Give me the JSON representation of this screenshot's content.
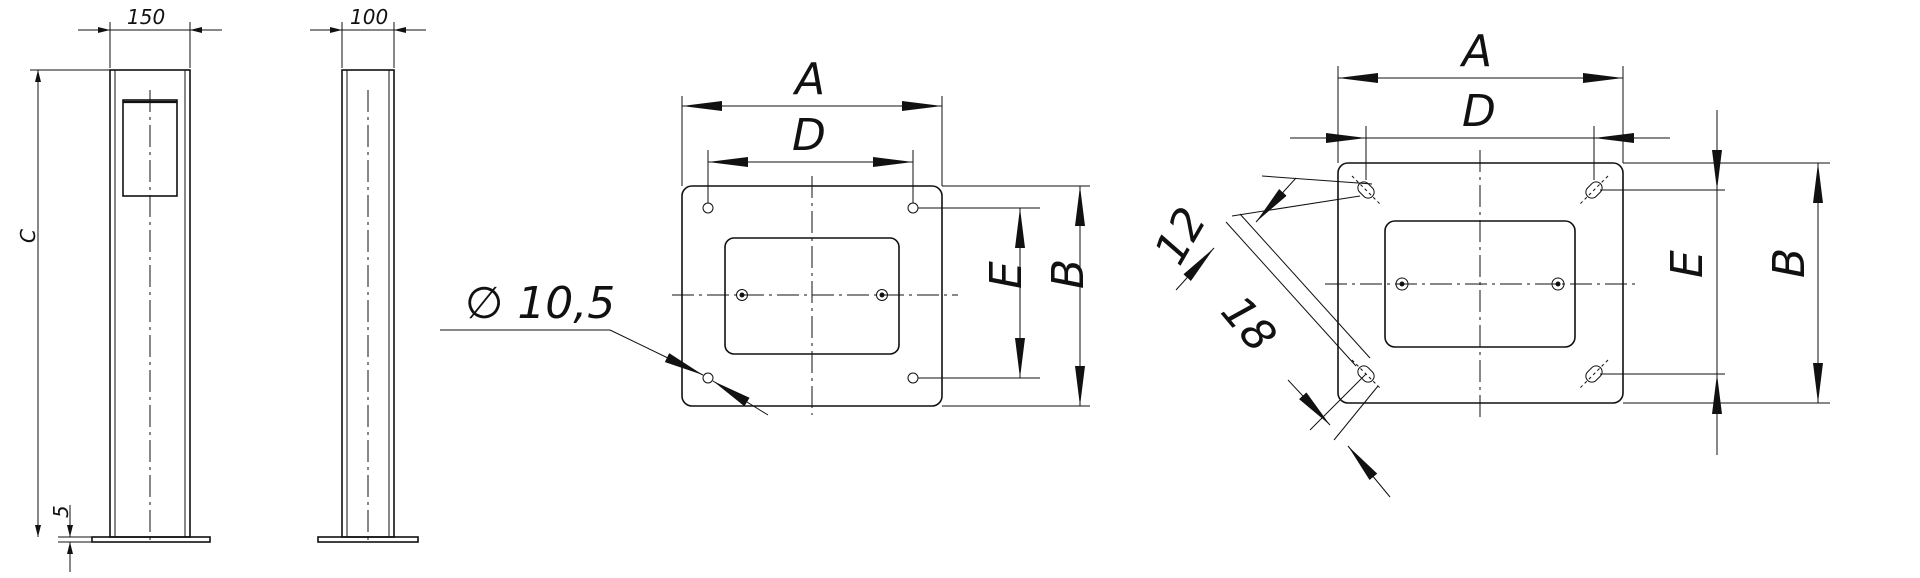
{
  "labels": {
    "side_width": "150",
    "side_depth": "100",
    "height_c": "C",
    "base_5": "5",
    "hole_dia": "∅ 10,5",
    "plate1_a": "A",
    "plate1_d": "D",
    "plate1_e": "E",
    "plate1_b": "B",
    "plate2_a": "A",
    "plate2_d": "D",
    "plate2_e": "E",
    "plate2_b": "B",
    "slot_12": "12",
    "slot_18": "18"
  }
}
